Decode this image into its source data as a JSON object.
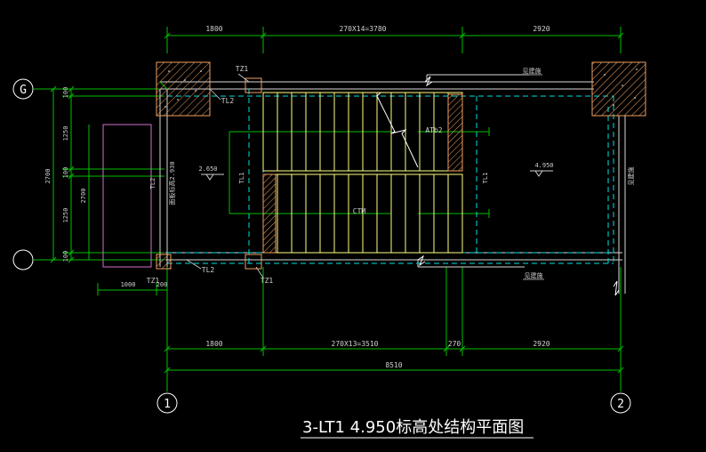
{
  "drawing": {
    "title": "3-LT1 4.950标高处结构平面图",
    "axes": {
      "row_top": "G",
      "row_bottom": "",
      "col_left": "1",
      "col_right": "2"
    },
    "top_dims": [
      "1800",
      "270X14=3780",
      "2920"
    ],
    "bottom_dims": [
      "1800",
      "270X13=3510",
      "270",
      "2920",
      "8510"
    ],
    "left_dims": [
      "100",
      "1250",
      "100",
      "1250",
      "100",
      "2700",
      "2700"
    ],
    "small_dims": [
      "1000",
      "200"
    ],
    "labels": {
      "tz_top": "TZ1",
      "tz_bottom": "TZ1",
      "tz_left": "TZ1",
      "tl2_top": "TL2",
      "tl2_bottom": "TL2",
      "tl1_left": "TL1",
      "tl1_right": "TL1",
      "tl2_vert": "TL2",
      "atb": "ATb2",
      "ctm": "CTM",
      "elev_left": "2.650",
      "elev_right": "4.950",
      "vert_note": "面板标高2.930",
      "slab_top": "见建施",
      "slab_bottom": "见建施",
      "slab_right": "见建施"
    },
    "colors": {
      "dim": "#00c000",
      "wall": "#f0a060",
      "stair": "#ffff80",
      "dash": "#00e0e0",
      "beam": "#ffffff",
      "pink": "#d070d0"
    }
  }
}
